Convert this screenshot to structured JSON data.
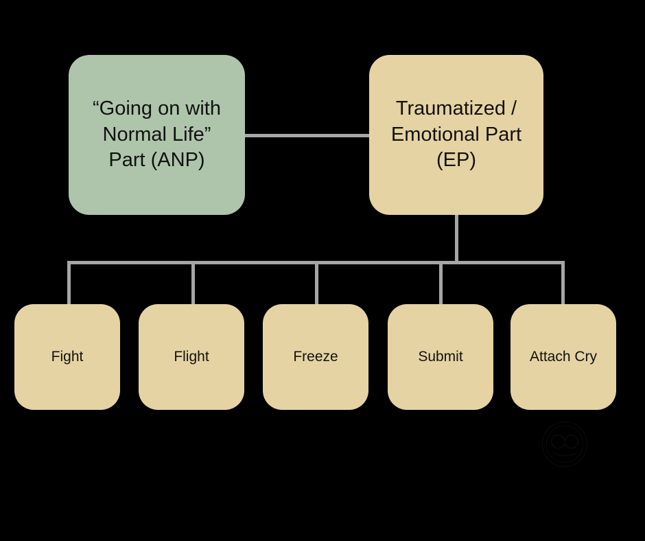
{
  "diagram": {
    "background_color": "#000000",
    "connector_color": "#a6a6a6",
    "nodes": {
      "anp": {
        "label": "“Going on with\nNormal Life”\nPart (ANP)",
        "color": "#aec5ab",
        "text_color": "#111111"
      },
      "ep": {
        "label": "Traumatized /\nEmotional Part\n(EP)",
        "color": "#e6d3a3",
        "text_color": "#111111"
      }
    },
    "children": [
      {
        "label": "Fight",
        "color": "#e6d3a3"
      },
      {
        "label": "Flight",
        "color": "#e6d3a3"
      },
      {
        "label": "Freeze",
        "color": "#e6d3a3"
      },
      {
        "label": "Submit",
        "color": "#e6d3a3"
      },
      {
        "label": "Attach Cry",
        "color": "#e6d3a3"
      }
    ],
    "watermark": {
      "name": "circular-logo-watermark"
    }
  }
}
